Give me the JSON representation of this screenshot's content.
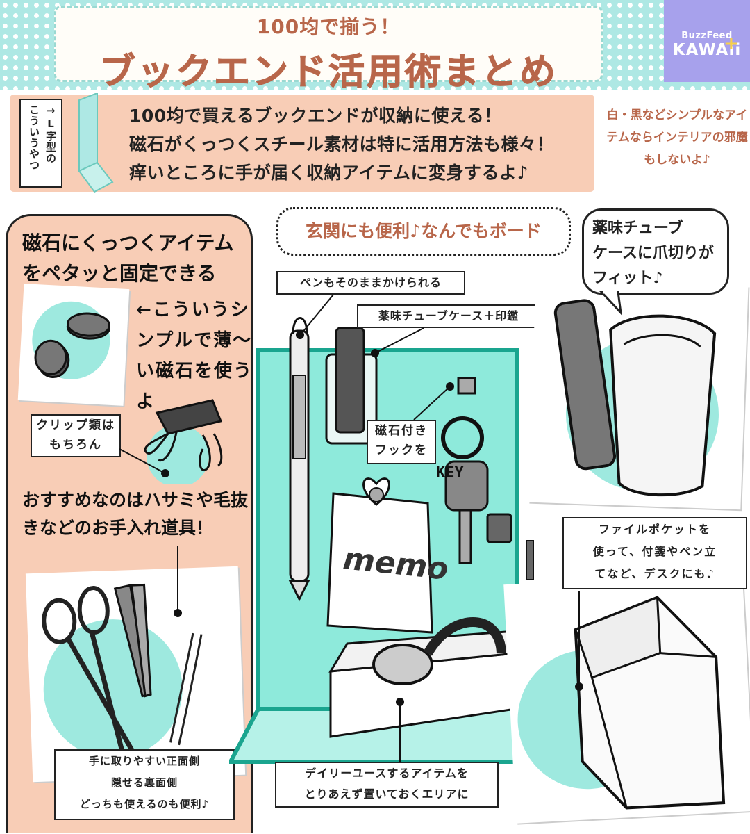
{
  "header": {
    "subtitle": "100均で揃う！",
    "title": "ブックエンド活用術まとめ",
    "brand_top": "BuzzFeed",
    "brand_bottom": "KAWAii",
    "brand_plus": "+"
  },
  "intro": {
    "vertical_label_col1": "→L字型の",
    "vertical_label_col2": "こういうやつ",
    "lines": [
      "100均で買えるブックエンドが収納に使える！",
      "磁石がくっつくスチール素材は特に活用方法も様々！",
      "痒いところに手が届く収納アイテムに変身するよ♪"
    ],
    "side_note": "白・黒などシンプルなアイテムならインテリアの邪魔もしないよ♪"
  },
  "left_panel": {
    "heading": "磁石にくっつくアイテムをペタッと固定できる",
    "magnet_desc": "←こういうシンプルで薄〜い磁石を使うよ",
    "clip_label_line1": "クリップ類は",
    "clip_label_line2": "もちろん",
    "recommend": "おすすめなのはハサミや毛抜きなどのお手入れ道具！",
    "side_label_lines": [
      "手に取りやすい正面側",
      "隠せる裏面側",
      "どっちも使えるのも便利♪"
    ]
  },
  "center": {
    "board_title": "玄関にも便利♪なんでもボード",
    "pen_label": "ペンもそのままかけられる",
    "tube_label": "薬味チューブケース＋印鑑",
    "hook_label_line1": "磁石付き",
    "hook_label_line2": "フックを",
    "key_text": "KEY",
    "memo_text": "memo",
    "tray_label_line1": "デイリーユースするアイテムを",
    "tray_label_line2": "とりあえず置いておくエリアに"
  },
  "right": {
    "tube_bubble_line1": "薬味チューブ",
    "tube_bubble_line2": "ケースに爪切りが",
    "tube_bubble_line3": "フィット♪",
    "file_label_line1": "ファイルポケットを",
    "file_label_line2": "使って、付箋やペン立",
    "file_label_line3": "てなど、デスクにも♪"
  },
  "colors": {
    "mint": "#aee8e4",
    "mint_accent": "#7fe0d2",
    "peach": "#f8cdb6",
    "brown_text": "#b8664a",
    "brand_purple": "#a7a1ec",
    "board_teal": "#35c9b2"
  }
}
